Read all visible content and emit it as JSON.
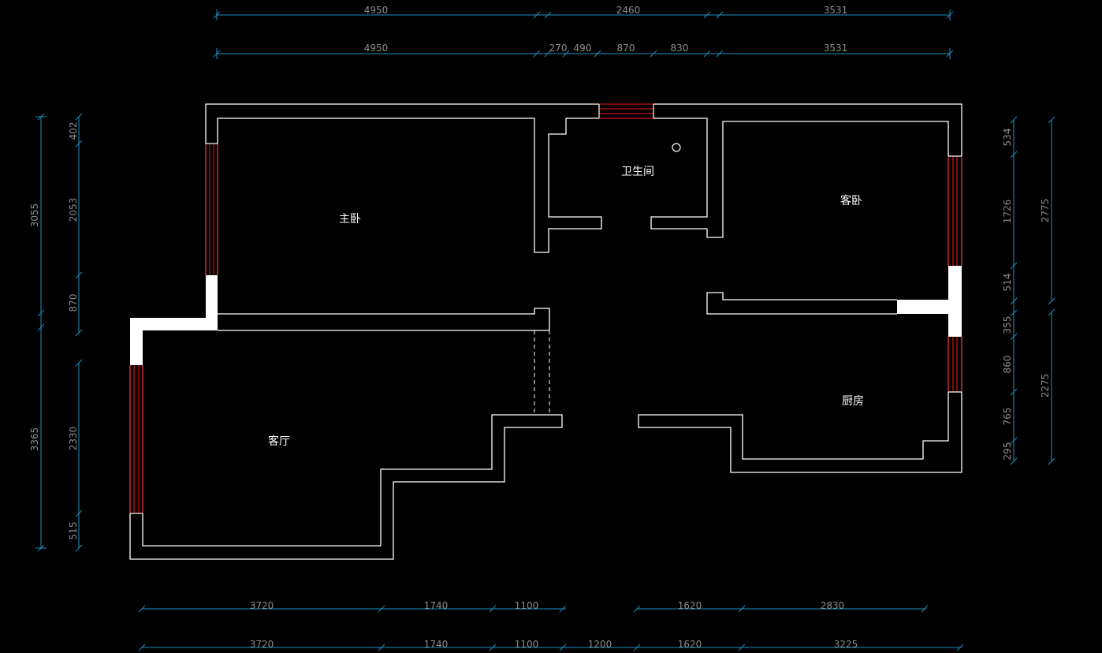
{
  "rooms": {
    "master_bedroom": "主卧",
    "bathroom": "卫生间",
    "guest_bedroom": "客卧",
    "living_room": "客厅",
    "kitchen": "厨房"
  },
  "dims_top_1": [
    "4950",
    "2460",
    "3531"
  ],
  "dims_top_2": [
    "4950",
    "270",
    "490",
    "870",
    "830",
    "3531"
  ],
  "dims_bottom_1": [
    "3720",
    "1740",
    "1100",
    "1620",
    "2830"
  ],
  "dims_bottom_2": [
    "3720",
    "1740",
    "1100",
    "1200",
    "1620",
    "3225"
  ],
  "dims_left_outer": [
    "3055",
    "3365"
  ],
  "dims_left_inner": [
    "402",
    "2053",
    "870",
    "2330",
    "515"
  ],
  "dims_right_inner": [
    "534",
    "1726",
    "514",
    "355",
    "860",
    "765",
    "295"
  ],
  "dims_right_outer": [
    "2775",
    "2275"
  ],
  "colors": {
    "wall": "#ffffff",
    "window": "#c0101a",
    "dimension": "#1f8fbf",
    "background": "#000000"
  }
}
